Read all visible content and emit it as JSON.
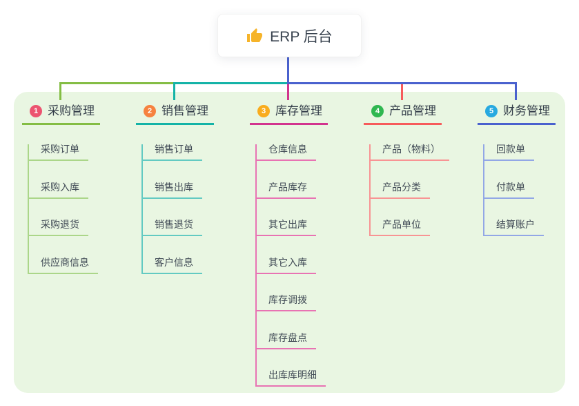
{
  "root": {
    "label": "ERP 后台",
    "icon": "thumbs-up-icon",
    "icon_color": "#f6b42a"
  },
  "colors": {
    "page_background": "#ffffff",
    "panel_background": "#e9f6e2",
    "trunk": "#4a61ce",
    "root_text": "#39434f",
    "node_text": "#414b56"
  },
  "branches": [
    {
      "number": "1",
      "label": "采购管理",
      "badge_color": "#ec5470",
      "line_color": "#84bd44",
      "light_color": "#abd689",
      "children": [
        "采购订单",
        "采购入库",
        "采购退货",
        "供应商信息"
      ]
    },
    {
      "number": "2",
      "label": "销售管理",
      "badge_color": "#f6823f",
      "line_color": "#14b3a7",
      "light_color": "#63cac2",
      "children": [
        "销售订单",
        "销售出库",
        "销售退货",
        "客户信息"
      ]
    },
    {
      "number": "3",
      "label": "库存管理",
      "badge_color": "#f9ac1d",
      "line_color": "#d2348e",
      "light_color": "#e873b3",
      "children": [
        "仓库信息",
        "产品库存",
        "其它出库",
        "其它入库",
        "库存调拨",
        "库存盘点",
        "出库库明细"
      ]
    },
    {
      "number": "4",
      "label": "产品管理",
      "badge_color": "#2fb750",
      "line_color": "#f65b5b",
      "light_color": "#f89494",
      "children": [
        "产品（物料）",
        "产品分类",
        "产品单位"
      ]
    },
    {
      "number": "5",
      "label": "财务管理",
      "badge_color": "#27a9e0",
      "line_color": "#4a61ce",
      "light_color": "#92a7e6",
      "children": [
        "回款单",
        "付款单",
        "结算账户"
      ]
    }
  ]
}
